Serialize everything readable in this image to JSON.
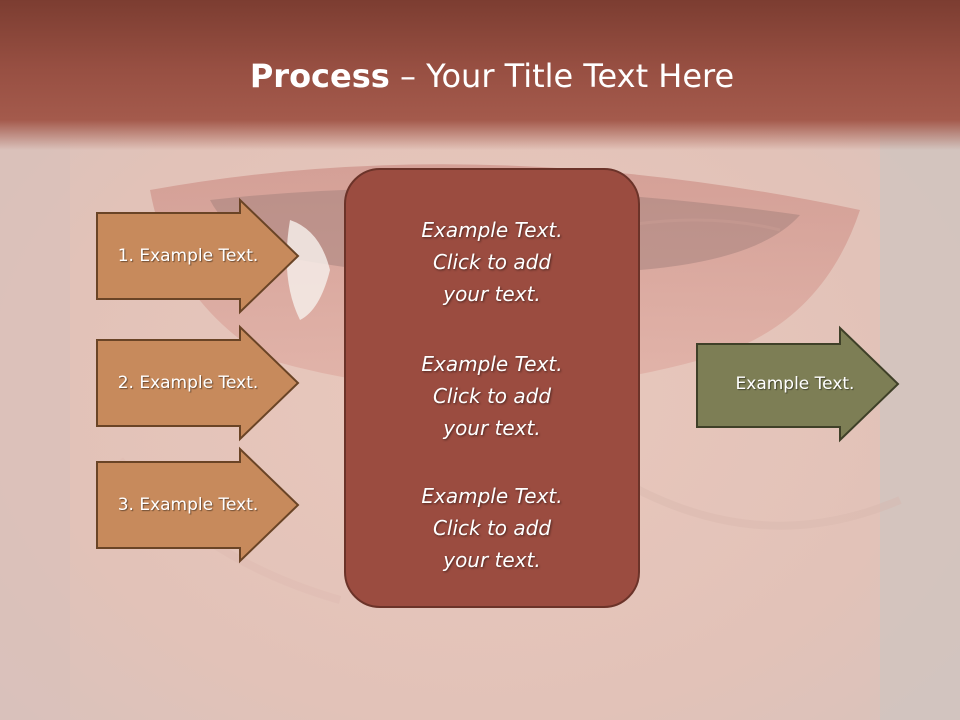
{
  "slide": {
    "title_bold": "Process",
    "title_rest": " – Your Title Text Here"
  },
  "inputs": [
    {
      "label": "1. Example Text."
    },
    {
      "label": "2. Example Text."
    },
    {
      "label": "3. Example Text."
    }
  ],
  "center_blocks": [
    {
      "line1": "Example Text.",
      "line2": "Click  to add",
      "line3": "your text."
    },
    {
      "line1": "Example Text.",
      "line2": "Click  to add",
      "line3": "your text."
    },
    {
      "line1": "Example Text.",
      "line2": "Click  to add",
      "line3": "your text."
    }
  ],
  "output": {
    "label": "Example Text."
  },
  "colors": {
    "header": "#974f42",
    "input_arrow": "#c78a5c",
    "center_box": "#9b4c40",
    "output_arrow": "#7d7e55"
  }
}
